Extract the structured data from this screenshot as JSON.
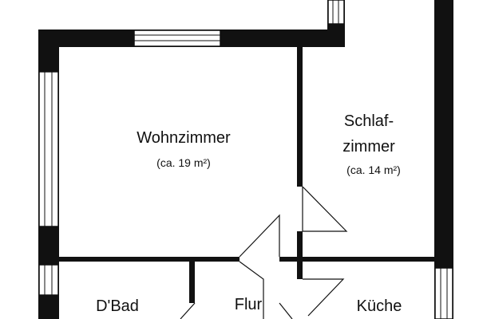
{
  "colors": {
    "wall": "#111111",
    "window": "#ffffff",
    "background": "#ffffff"
  },
  "rooms": {
    "wohnzimmer": {
      "name": "Wohnzimmer",
      "area": "(ca. 19 m²)"
    },
    "schlafzimmer": {
      "name_line1": "Schlaf-",
      "name_line2": "zimmer",
      "area": "(ca. 14 m²)"
    },
    "bad": {
      "name": "D'Bad"
    },
    "flur": {
      "name": "Flur"
    },
    "kueche": {
      "name": "Küche"
    }
  }
}
